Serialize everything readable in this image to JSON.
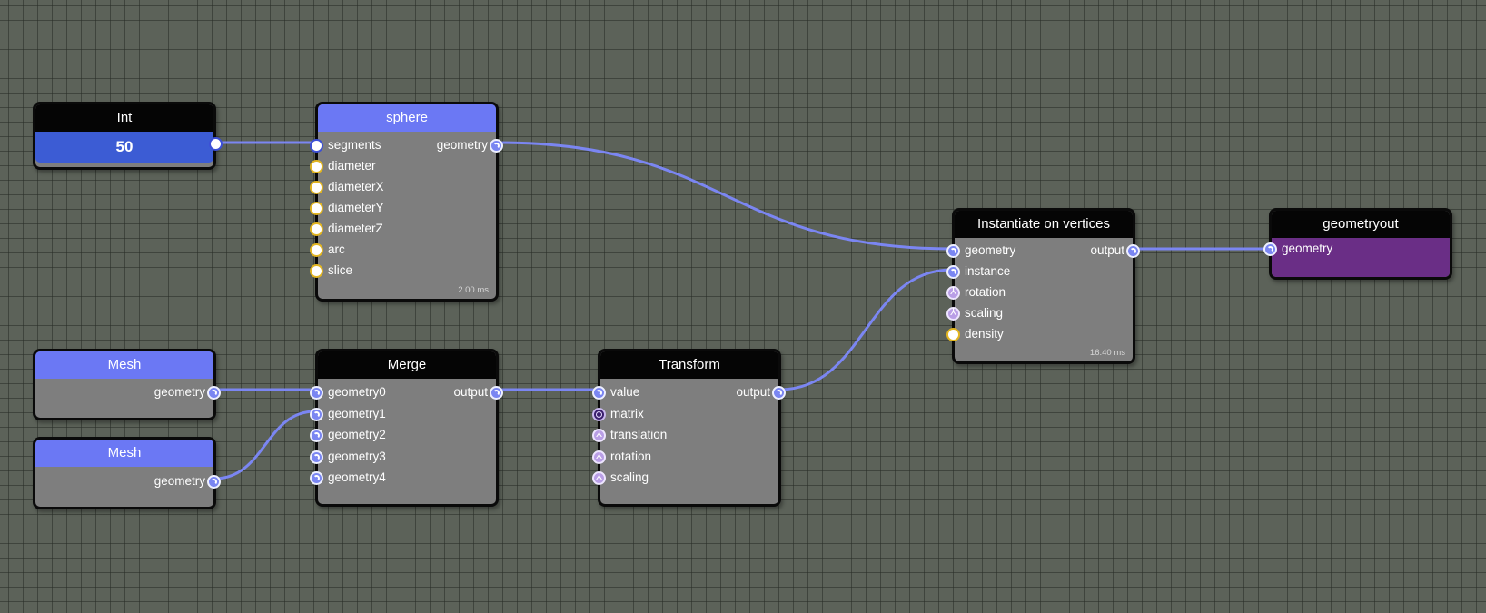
{
  "colors": {
    "wire": "#7b86f2",
    "geometry_port": "#7a86f2",
    "number_port": "#e2b51f",
    "vector_port": "#b99ee6",
    "matrix_port": "#3a1f6d",
    "int_body": "#3c5cd4",
    "output_body": "#6a2e86",
    "header_blue": "#6b78f4"
  },
  "nodes": {
    "int": {
      "title": "Int",
      "value": "50"
    },
    "sphere": {
      "title": "sphere",
      "inputs": [
        "segments",
        "diameter",
        "diameterX",
        "diameterY",
        "diameterZ",
        "arc",
        "slice"
      ],
      "output": "geometry",
      "timing": "2.00 ms"
    },
    "mesh1": {
      "title": "Mesh",
      "output": "geometry"
    },
    "mesh2": {
      "title": "Mesh",
      "output": "geometry"
    },
    "merge": {
      "title": "Merge",
      "inputs": [
        "geometry0",
        "geometry1",
        "geometry2",
        "geometry3",
        "geometry4"
      ],
      "output": "output"
    },
    "transform": {
      "title": "Transform",
      "inputs": [
        "value",
        "matrix",
        "translation",
        "rotation",
        "scaling"
      ],
      "output": "output"
    },
    "instantiate": {
      "title": "Instantiate on vertices",
      "inputs": [
        "geometry",
        "instance",
        "rotation",
        "scaling",
        "density"
      ],
      "output": "output",
      "timing": "16.40 ms"
    },
    "geometryout": {
      "title": "geometryout",
      "input": "geometry"
    }
  }
}
